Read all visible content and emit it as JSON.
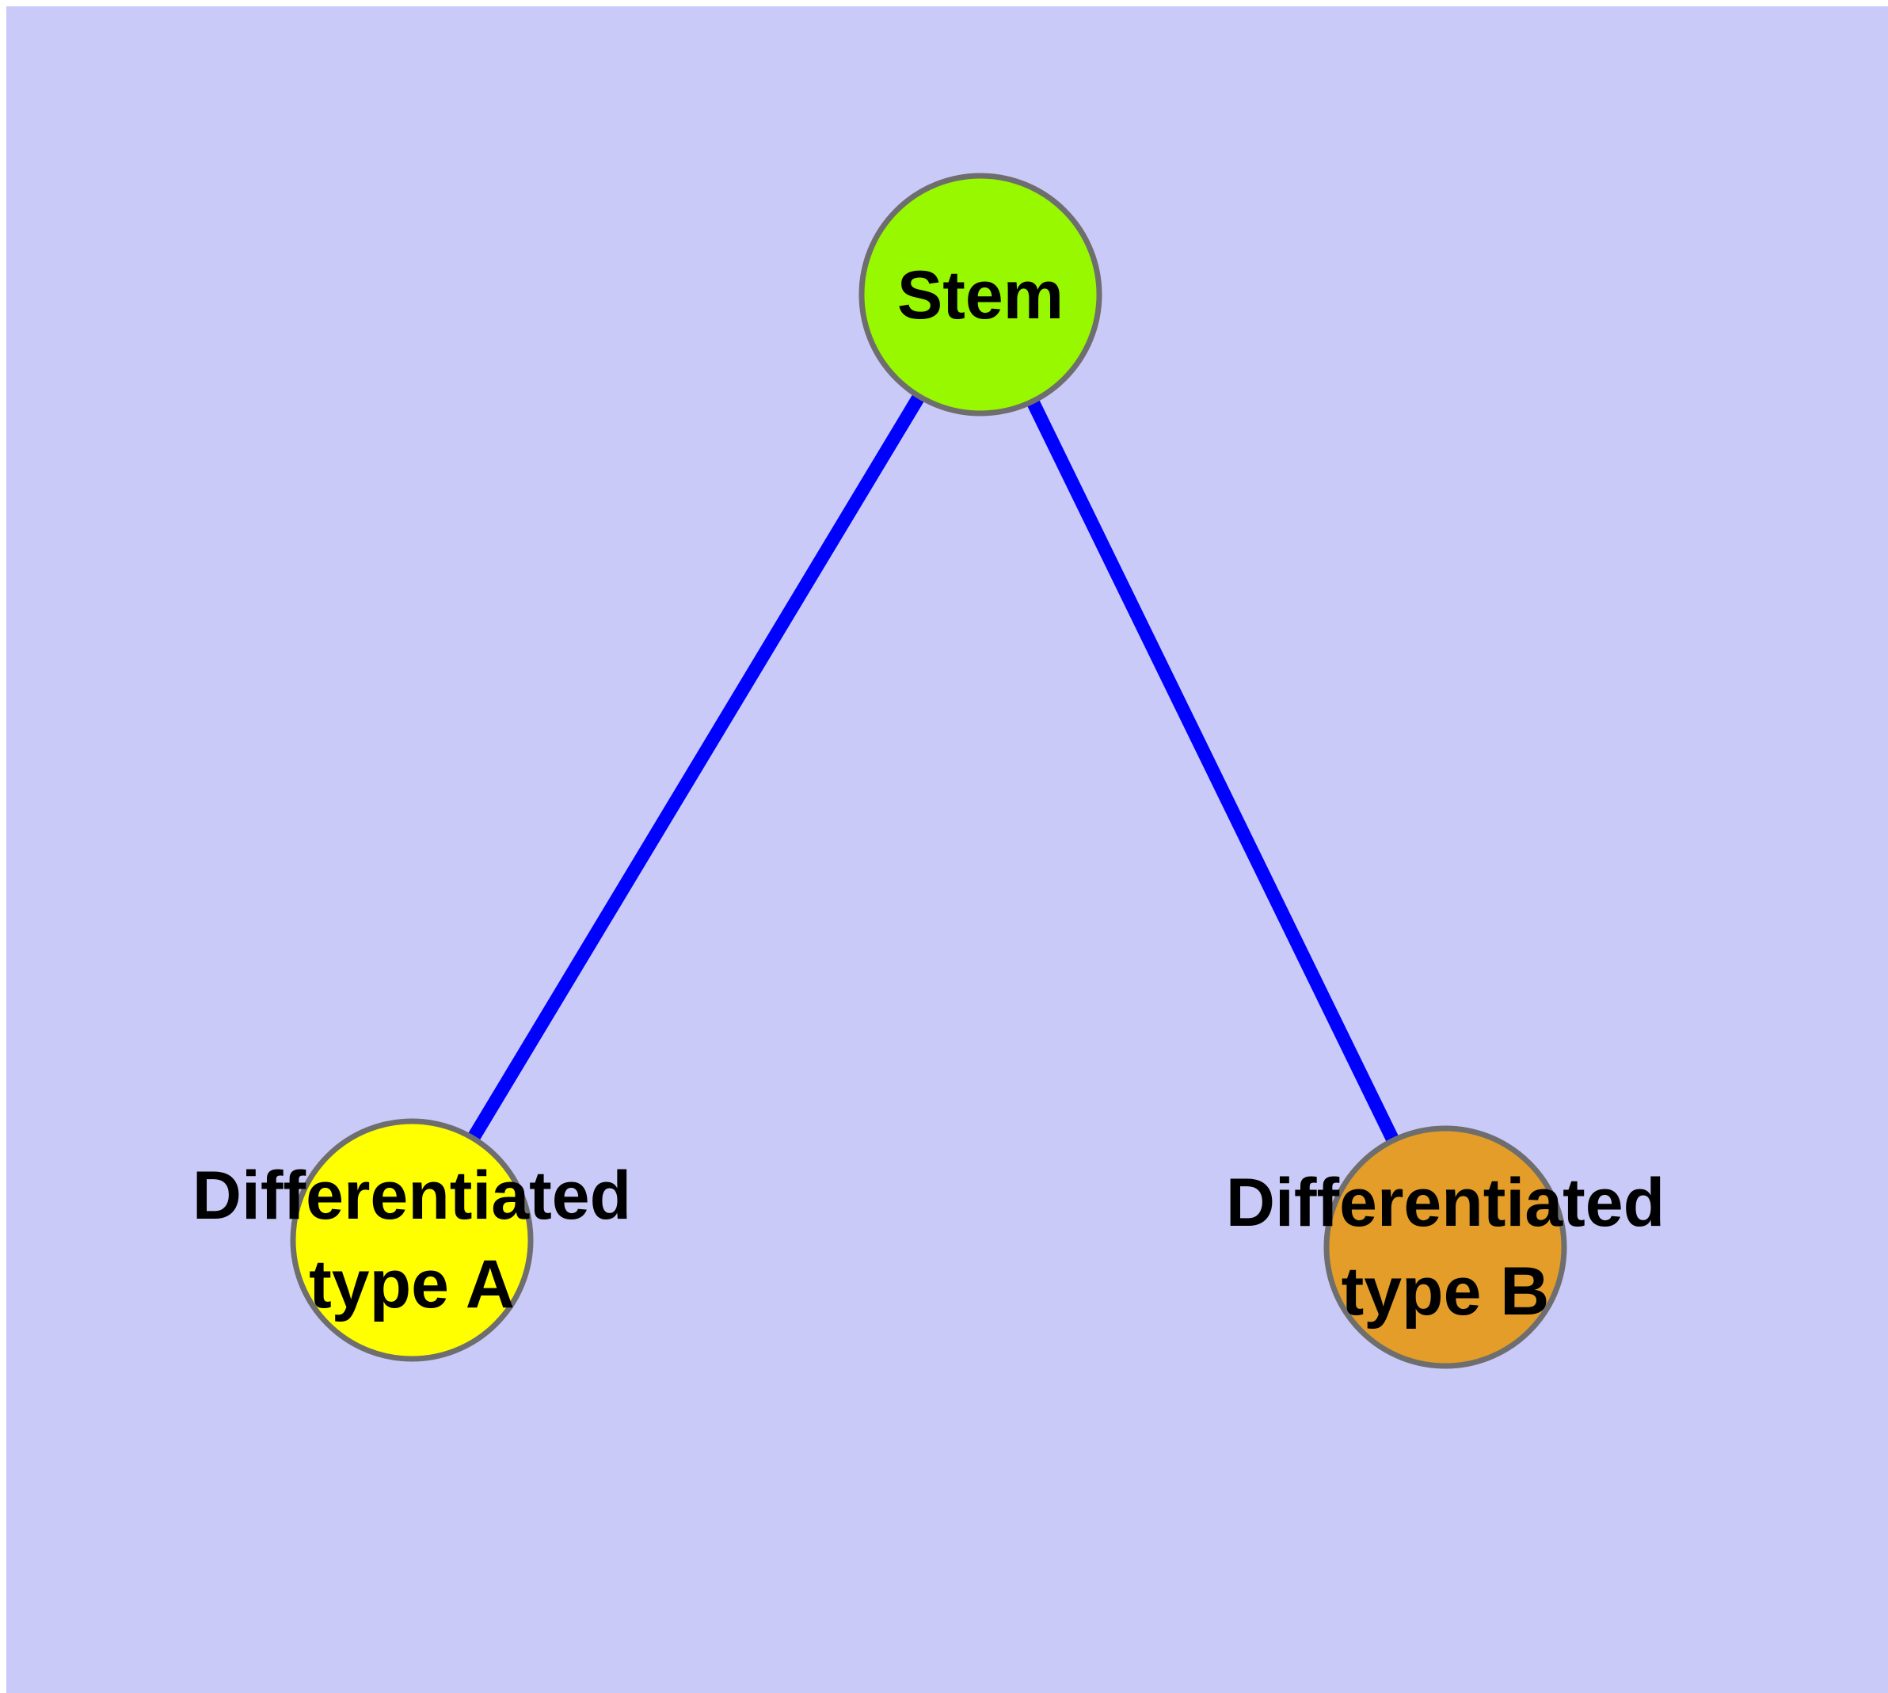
{
  "canvas": {
    "page_background": "#FFFFFF",
    "plot_background": "#CACAF8"
  },
  "diagram": {
    "type": "graph",
    "edge_color": "#0000FF",
    "node_stroke_color": "#6E6E6E",
    "label_color": "#000000",
    "nodes": [
      {
        "id": "stem",
        "label": "Stem",
        "lines": [
          "Stem",
          ""
        ],
        "color": "#97F800"
      },
      {
        "id": "type-a",
        "label": "Differentiated type A",
        "lines": [
          "Differentiated",
          "type A"
        ],
        "color": "#FFFF00"
      },
      {
        "id": "type-b",
        "label": "Differentiated type B",
        "lines": [
          "Differentiated",
          "type B"
        ],
        "color": "#E49D28"
      }
    ],
    "edges": [
      {
        "from": "stem",
        "to": "type-a"
      },
      {
        "from": "stem",
        "to": "type-b"
      }
    ]
  }
}
